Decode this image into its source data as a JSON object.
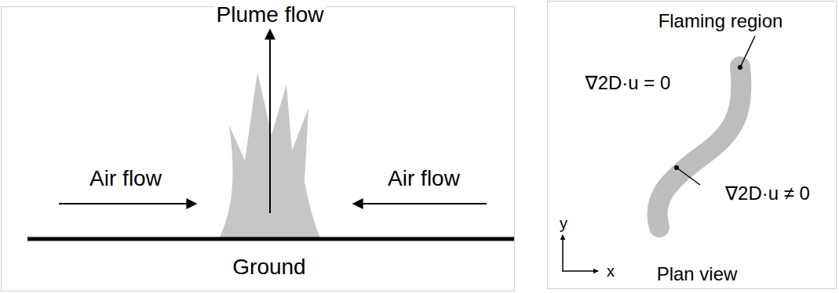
{
  "diagram": {
    "labels": [
      "Plume flow",
      "Air flow",
      "Air flow",
      "Ground",
      "Flaming region",
      "∇2D·u = 0",
      "∇2D·u ≠ 0",
      "y",
      "x",
      "Plan view"
    ]
  }
}
